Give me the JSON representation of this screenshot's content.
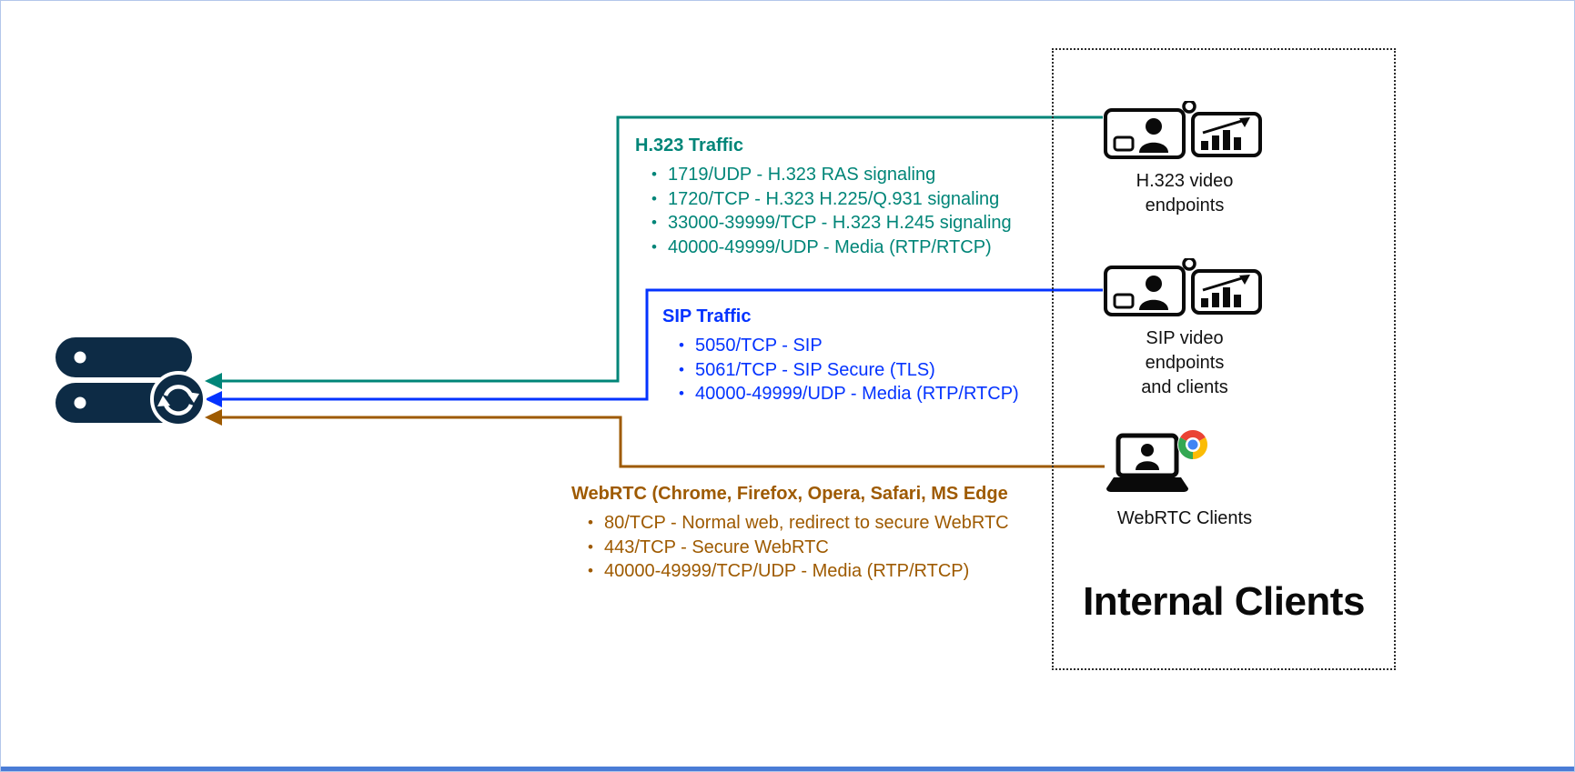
{
  "colors": {
    "h323": "#008578",
    "sip": "#0433ff",
    "webrtc": "#9e5a00",
    "server": "#0d2b45",
    "icon_ink": "#0a0a0a",
    "page_border": "#b3c7ea",
    "bottom_bar": "#4a7cd6",
    "box_border": "#2b2b2b",
    "logo_red": "#EA4335",
    "logo_yellow": "#FBBC05",
    "logo_green": "#34A853",
    "logo_blue": "#4285F4"
  },
  "traffic": {
    "h323": {
      "title": "H.323 Traffic",
      "items": [
        "1719/UDP - H.323 RAS signaling",
        "1720/TCP - H.323 H.225/Q.931 signaling",
        "33000-39999/TCP - H.323 H.245 signaling",
        "40000-49999/UDP - Media (RTP/RTCP)"
      ]
    },
    "sip": {
      "title": "SIP Traffic",
      "items": [
        "5050/TCP - SIP",
        "5061/TCP - SIP Secure (TLS)",
        "40000-49999/UDP - Media (RTP/RTCP)"
      ]
    },
    "webrtc": {
      "title": "WebRTC (Chrome, Firefox, Opera, Safari, MS Edge",
      "items": [
        "80/TCP - Normal web, redirect to secure WebRTC",
        "443/TCP - Secure WebRTC",
        "40000-49999/TCP/UDP - Media (RTP/RTCP)"
      ]
    }
  },
  "internal_clients": {
    "title": "Internal Clients",
    "clients": [
      {
        "lines": [
          "H.323 video",
          "endpoints"
        ]
      },
      {
        "lines": [
          "SIP video",
          "endpoints",
          "and clients"
        ]
      },
      {
        "lines": [
          "WebRTC Clients"
        ]
      }
    ]
  }
}
